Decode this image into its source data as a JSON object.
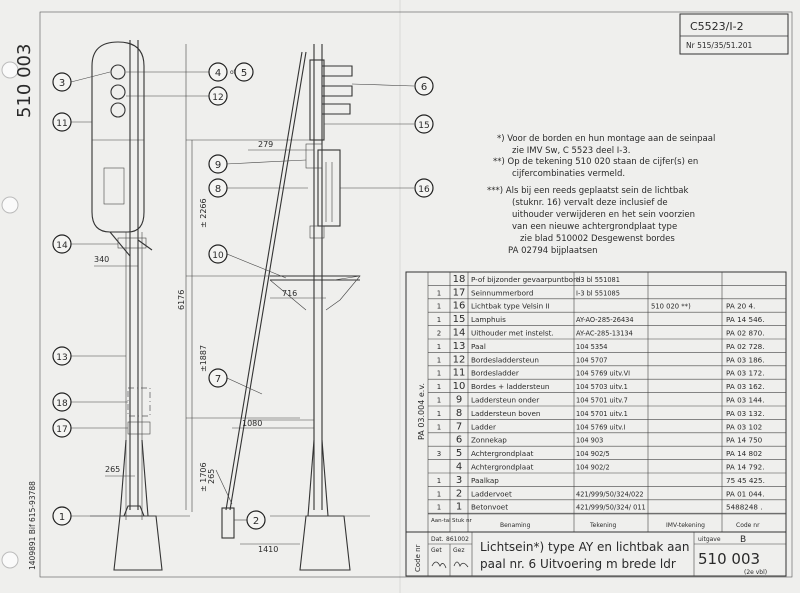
{
  "header": {
    "doc_code": "C5523/I-2",
    "doc_ref": "Nr 515/35/51.201",
    "side_number": "510 003",
    "side_stamp": "1409891 Bif 615-93788"
  },
  "notes": [
    "*) Voor de borden en hun montage aan de seinpaal",
    "zie IMV Sw, C 5523 deel I-3.",
    "**) Op de tekening 510 020 staan de cijfer(s) en",
    "cijfercombinaties vermeld.",
    "***) Als bij een reeds geplaatst sein de lichtbak",
    "(stuknr. 16) vervalt deze inclusief de",
    "uithouder verwijderen en het sein voorzien",
    "van een nieuwe achtergrondplaat type",
    "zie blad 510002 Desgewenst bordes",
    "PA 02794 bijplaatsen"
  ],
  "dimensions": {
    "d279": "279",
    "d2266": "± 2266",
    "d6176": "6176",
    "d340": "340",
    "d716": "716",
    "d1887": "±1887",
    "d1080": "1080",
    "d1706": "± 1706",
    "d265a": "265",
    "d265b": "265",
    "d1410": "1410"
  },
  "callouts_left": [
    "1",
    "3",
    "4",
    "5",
    "11",
    "12",
    "13",
    "14",
    "17",
    "18"
  ],
  "callout_of": "of",
  "callouts_right": [
    "2",
    "6",
    "7",
    "8",
    "9",
    "10",
    "15",
    "16"
  ],
  "parts_table": {
    "rows": [
      {
        "qty": "",
        "nr": "18",
        "desc": "P-of bijzonder gevaarpuntbord",
        "tek": "I-3 bl 551081",
        "imv": "",
        "code": ""
      },
      {
        "qty": "1",
        "nr": "17",
        "desc": "Seinnummerbord",
        "tek": "I-3 bl 551085",
        "imv": "",
        "code": ""
      },
      {
        "qty": "1",
        "nr": "16",
        "desc": "Lichtbak type Velsin II",
        "tek": "",
        "imv": "510 020 **)",
        "code": "PA 20 4."
      },
      {
        "qty": "1",
        "nr": "15",
        "desc": "Lamphuis",
        "tek": "AY-AO-285-26434",
        "imv": "",
        "code": "PA 14 546."
      },
      {
        "qty": "2",
        "nr": "14",
        "desc": "Uithouder met instelst.",
        "tek": "AY-AC-285-13134",
        "imv": "",
        "code": "PA 02 870."
      },
      {
        "qty": "1",
        "nr": "13",
        "desc": "Paal",
        "tek": "104 5354",
        "imv": "",
        "code": "PA 02 728."
      },
      {
        "qty": "1",
        "nr": "12",
        "desc": "Bordesladdersteun",
        "tek": "104 5707",
        "imv": "",
        "code": "PA 03 186."
      },
      {
        "qty": "1",
        "nr": "11",
        "desc": "Bordesladder",
        "tek": "104 5769 uitv.VI",
        "imv": "",
        "code": "PA 03 172."
      },
      {
        "qty": "1",
        "nr": "10",
        "desc": "Bordes + laddersteun",
        "tek": "104 5703 uitv.1",
        "imv": "",
        "code": "PA 03 162."
      },
      {
        "qty": "1",
        "nr": "9",
        "desc": "Laddersteun onder",
        "tek": "104 5701 uitv.7",
        "imv": "",
        "code": "PA 03 144."
      },
      {
        "qty": "1",
        "nr": "8",
        "desc": "Laddersteun boven",
        "tek": "104 5701 uitv.1",
        "imv": "",
        "code": "PA 03 132."
      },
      {
        "qty": "1",
        "nr": "7",
        "desc": "Ladder",
        "tek": "104 5769 uitv.I",
        "imv": "",
        "code": "PA 03 102"
      },
      {
        "qty": "",
        "nr": "6",
        "desc": "Zonnekap",
        "tek": "104 903",
        "imv": "",
        "code": "PA 14 750"
      },
      {
        "qty": "3",
        "nr": "5",
        "desc": "Achtergrondplaat",
        "tek": "104 902/5",
        "imv": "",
        "code": "PA 14 802"
      },
      {
        "qty": "",
        "nr": "4",
        "desc": "Achtergrondplaat",
        "tek": "104 902/2",
        "imv": "",
        "code": "PA 14 792."
      },
      {
        "qty": "1",
        "nr": "3",
        "desc": "Paalkap",
        "tek": "",
        "imv": "",
        "code": "75 45 425."
      },
      {
        "qty": "1",
        "nr": "2",
        "desc": "Laddervoet",
        "tek": "421/999/50/324/022",
        "imv": "",
        "code": "PA 01 044."
      },
      {
        "qty": "1",
        "nr": "1",
        "desc": "Betonvoet",
        "tek": "421/999/50/324/ 011",
        "imv": "",
        "code": "5488248 ."
      }
    ],
    "side_label": "PA 03.004 e.v.",
    "footer": {
      "aantal": "Aan-tal",
      "stuknr": "Stuk nr",
      "benaming": "Benaming",
      "tekening": "Tekening",
      "imv": "IMV-tekening",
      "code": "Code nr"
    }
  },
  "title_block": {
    "code_label": "Code nr",
    "dat_label": "Dat.",
    "dat_value": "861002",
    "get_label": "Get",
    "gez_label": "Gez",
    "title_line1": "Lichtsein*) type AY en lichtbak aan",
    "title_line2": "paal nr. 6 Uitvoering m brede ldr",
    "uitgave_label": "uitgave",
    "uitgave_value": "B",
    "drawing_number": "510 003",
    "sheet_note": "(2e vbl)"
  }
}
